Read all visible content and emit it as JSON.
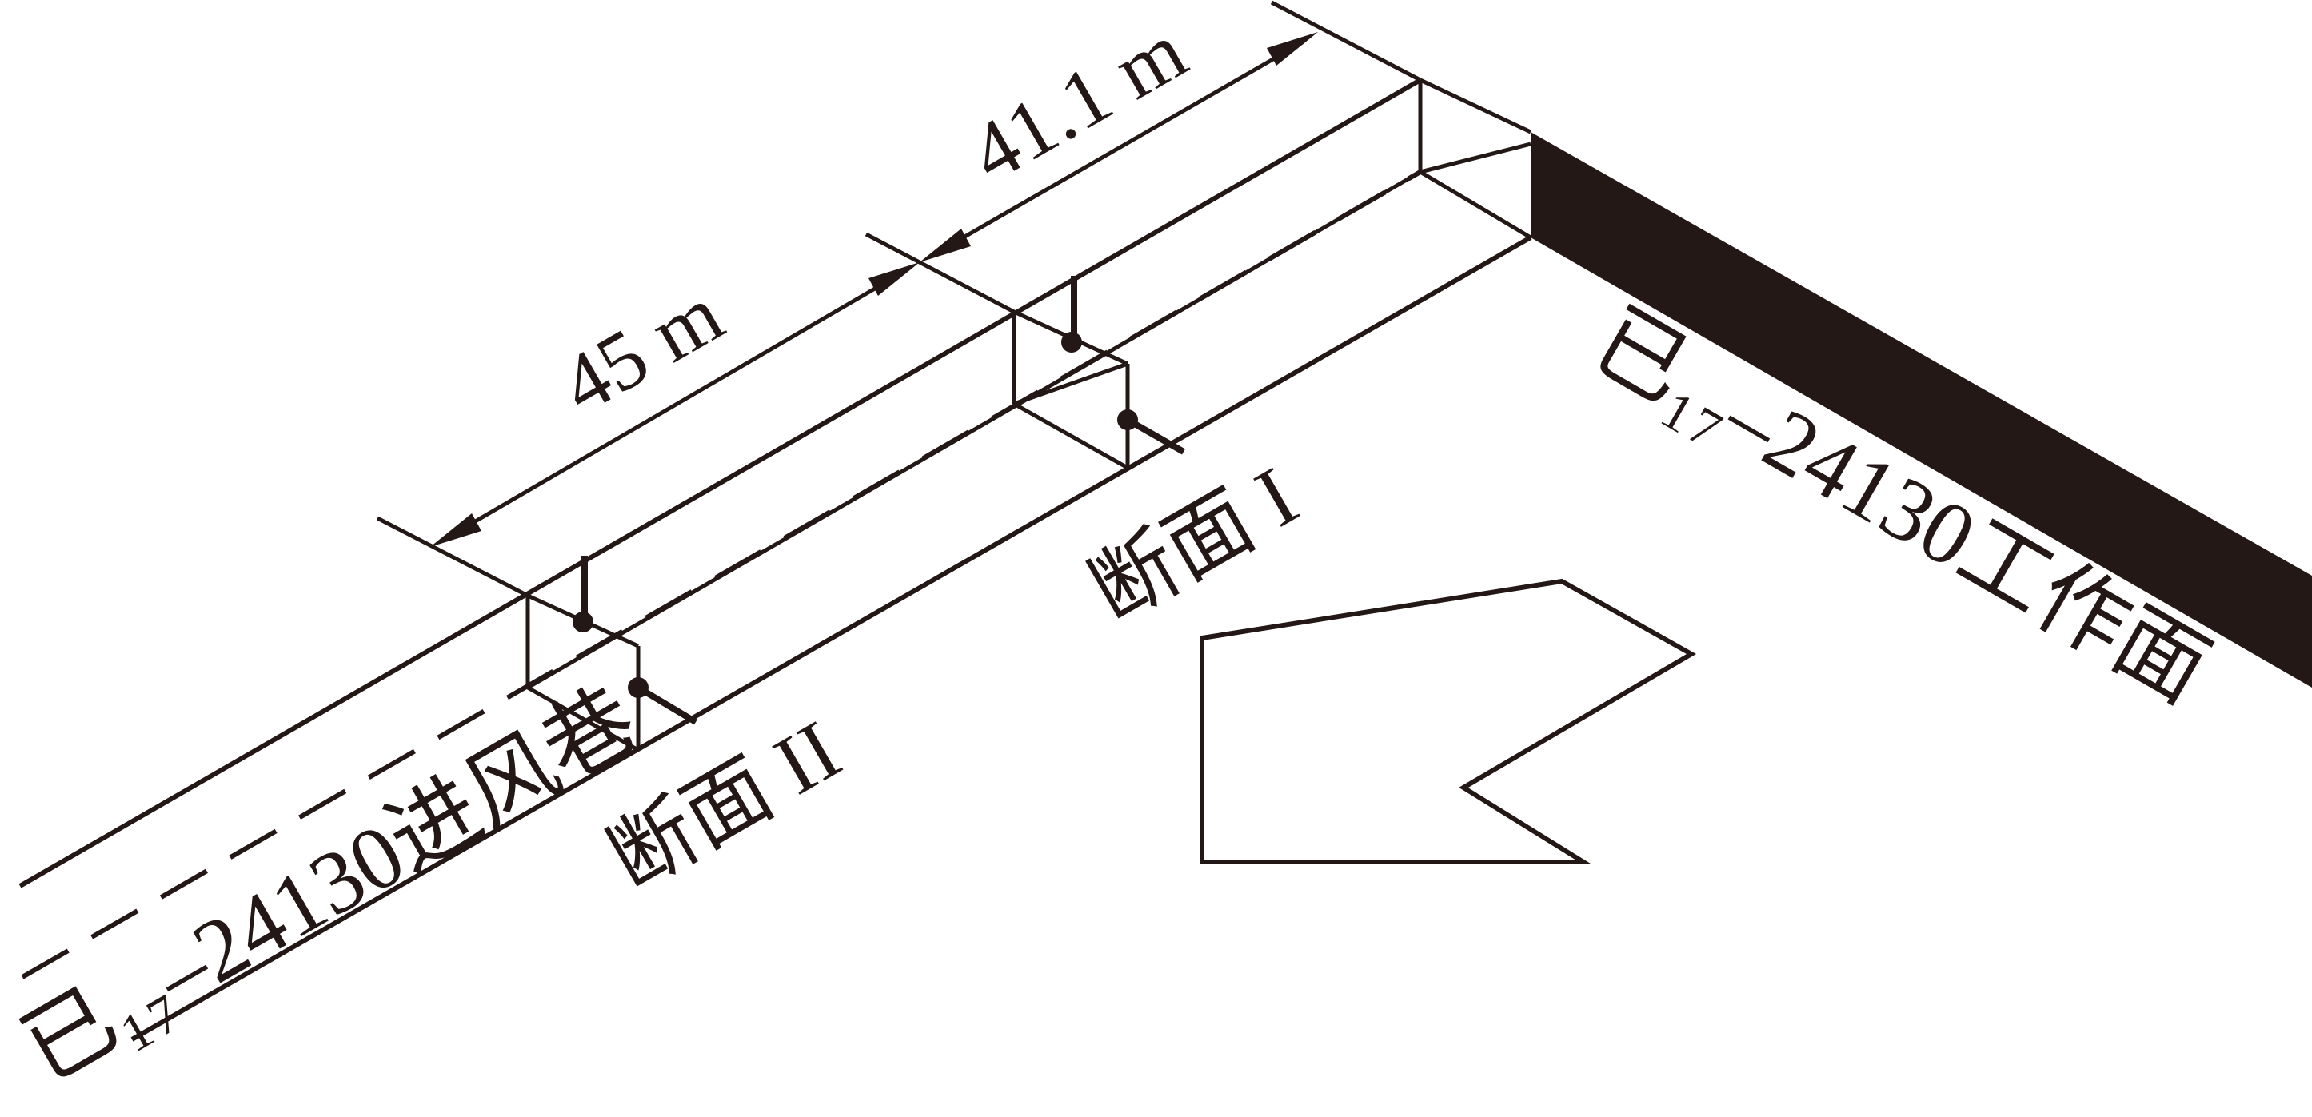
{
  "labels": {
    "dim_left": "45 m",
    "dim_right": "41.1 m",
    "roadway": "已₁₇–24130进风巷",
    "working_face": "已₁₇–24130工作面",
    "section_1": "断面 I",
    "section_2": "断面 II"
  },
  "colors": {
    "line": "#231815",
    "face_fill": "#231815",
    "background": "#ffffff"
  },
  "icons": {
    "airflow": "airflow-direction-arrow",
    "sensor": "measuring-point-sensor"
  }
}
